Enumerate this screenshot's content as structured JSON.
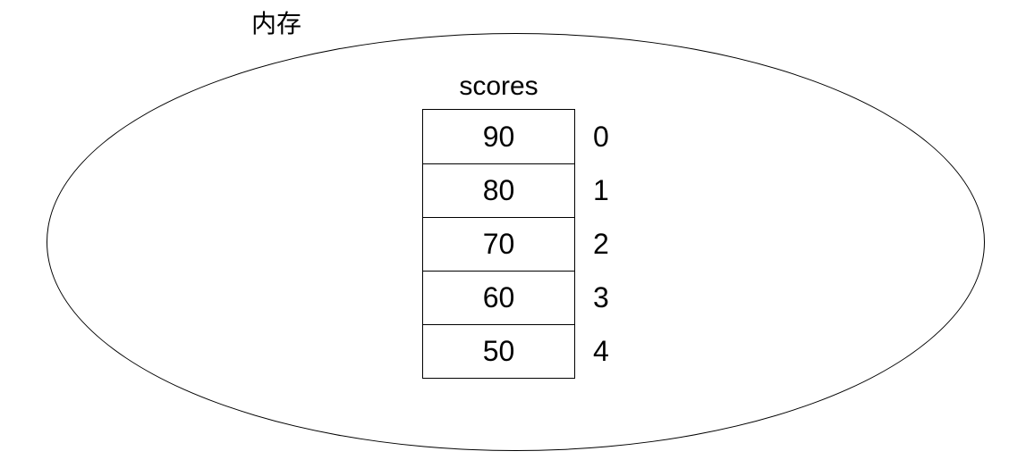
{
  "diagram": {
    "memory_label": "内存",
    "array": {
      "name": "scores",
      "cells": [
        {
          "value": "90",
          "index": "0"
        },
        {
          "value": "80",
          "index": "1"
        },
        {
          "value": "70",
          "index": "2"
        },
        {
          "value": "60",
          "index": "3"
        },
        {
          "value": "50",
          "index": "4"
        }
      ]
    },
    "colors": {
      "background": "#ffffff",
      "line": "#000000",
      "text": "#000000"
    }
  }
}
